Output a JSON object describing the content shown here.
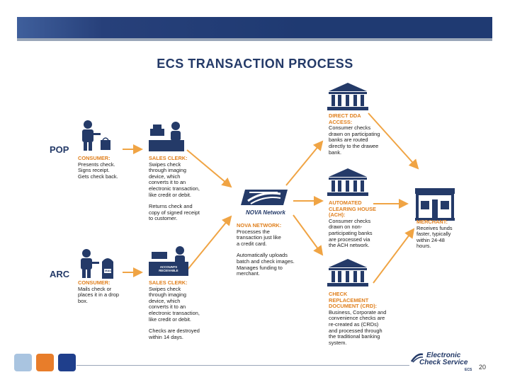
{
  "title": "ECS TRANSACTION PROCESS",
  "rows": {
    "pop": "POP",
    "arc": "ARC"
  },
  "pop_consumer": {
    "heading": "CONSUMER:",
    "lines": [
      "Presents check.",
      "Signs receipt.",
      "Gets check back."
    ]
  },
  "pop_clerk": {
    "heading": "SALES CLERK:",
    "lines": [
      "Swipes check",
      "through imaging",
      "device, which",
      "converts it to an",
      "electronic transaction,",
      "like credit or debit."
    ],
    "extra": [
      "Returns check and",
      "copy of signed receipt",
      "to customer."
    ]
  },
  "arc_consumer": {
    "heading": "CONSUMER:",
    "lines": [
      "Mails check or",
      "places it in a drop",
      "box."
    ],
    "mailbox_label": "MAIL"
  },
  "arc_clerk": {
    "heading": "SALES CLERK:",
    "lines": [
      "Swipes check",
      "through imaging",
      "device, which",
      "converts it to an",
      "electronic transaction,",
      "like credit or debit."
    ],
    "extra": [
      "Checks are destroyed",
      "within 14 days."
    ],
    "desk_label": [
      "ACCOUNTS",
      "RECEIVABLE"
    ]
  },
  "nova": {
    "logo_label": "NOVA Network",
    "heading": "NOVA NETWORK:",
    "lines": [
      "Processes the",
      "transaction just like",
      "a credit card."
    ],
    "extra": [
      "Automatically uploads",
      "batch and check images.",
      "Manages funding to",
      "merchant."
    ]
  },
  "dda": {
    "heading": [
      "DIRECT DDA",
      "ACCESS:"
    ],
    "lines": [
      "Consumer checks",
      "drawn on participating",
      "banks are routed",
      "directly to the drawee",
      "bank."
    ]
  },
  "ach": {
    "heading": [
      "AUTOMATED",
      "CLEARING HOUSE",
      "(ACH):"
    ],
    "lines": [
      "Consumer checks",
      "drawn on non-",
      "participating banks",
      "are processed via",
      "the ACH network."
    ]
  },
  "crd": {
    "heading": [
      "CHECK",
      "REPLACEMENT",
      "DOCUMENT (CRD):"
    ],
    "lines": [
      "Business, Corporate and",
      "convenience checks are",
      "re-created as (CRDs)",
      "and processed through",
      "the traditional banking",
      "system."
    ]
  },
  "merchant": {
    "heading": "MERCHANT:",
    "lines": [
      "Receives funds",
      "faster, typically",
      "within 24-48",
      "hours."
    ]
  },
  "footer": {
    "logo_line1": "Electronic",
    "logo_line2": "Check Service",
    "logo_small": "ECS",
    "page_number": "20"
  },
  "colors": {
    "navy": "#243a68",
    "accent": "#e07f1c",
    "arrow": "#f0a444",
    "square1": "#a9c4e0",
    "square2": "#e87d2a",
    "square3": "#1f3f8c"
  }
}
